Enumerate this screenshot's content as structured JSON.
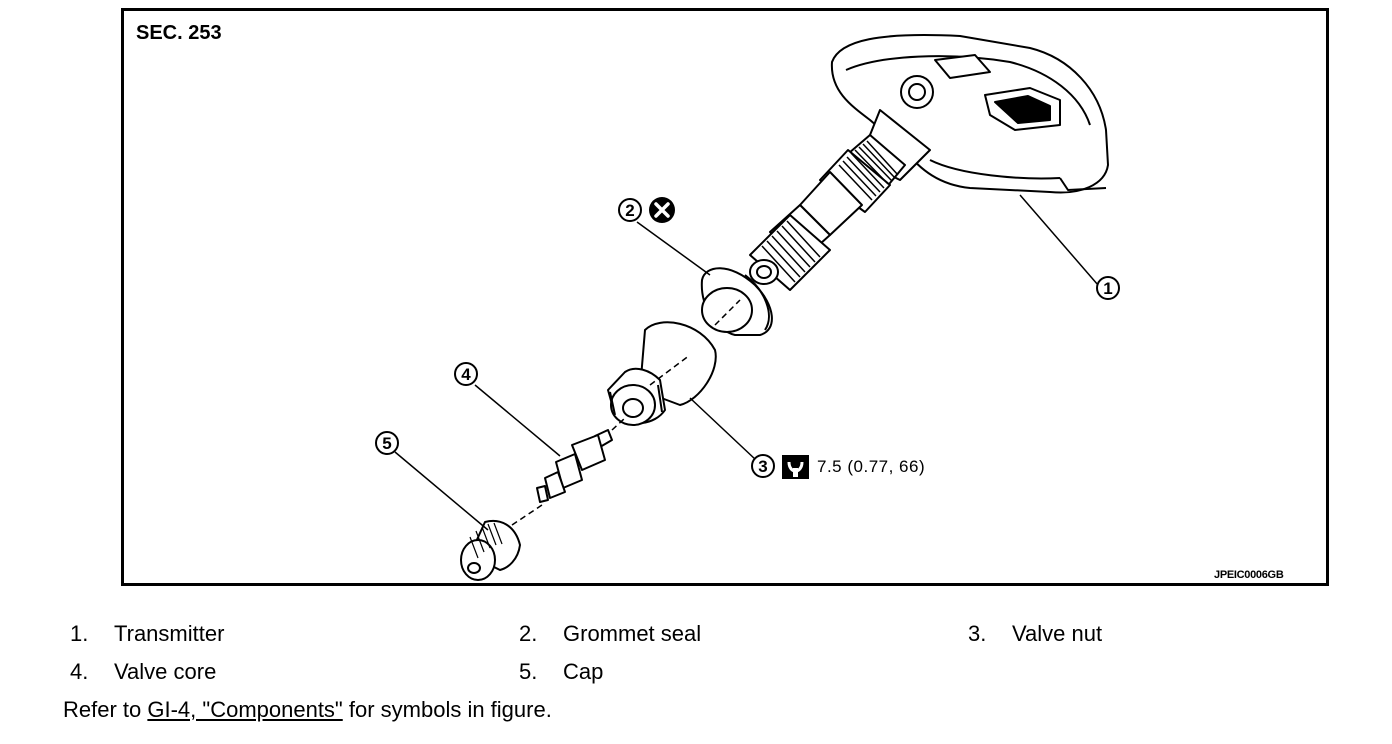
{
  "diagram": {
    "section_label": "SEC. 253",
    "figure_id": "JPEIC0006GB",
    "callouts": [
      "1",
      "2",
      "3",
      "4",
      "5"
    ],
    "torque_spec": "7.5 (0.77, 66)",
    "icons": [
      "do-not-reuse-icon",
      "torque-wrench-icon"
    ]
  },
  "legend": [
    {
      "num": "1.",
      "label": "Transmitter"
    },
    {
      "num": "2.",
      "label": "Grommet seal"
    },
    {
      "num": "3.",
      "label": "Valve nut"
    },
    {
      "num": "4.",
      "label": "Valve core"
    },
    {
      "num": "5.",
      "label": "Cap"
    }
  ],
  "reference": {
    "prefix": "Refer to ",
    "link_text": "GI-4, \"Components\"",
    "suffix": " for symbols in figure."
  }
}
